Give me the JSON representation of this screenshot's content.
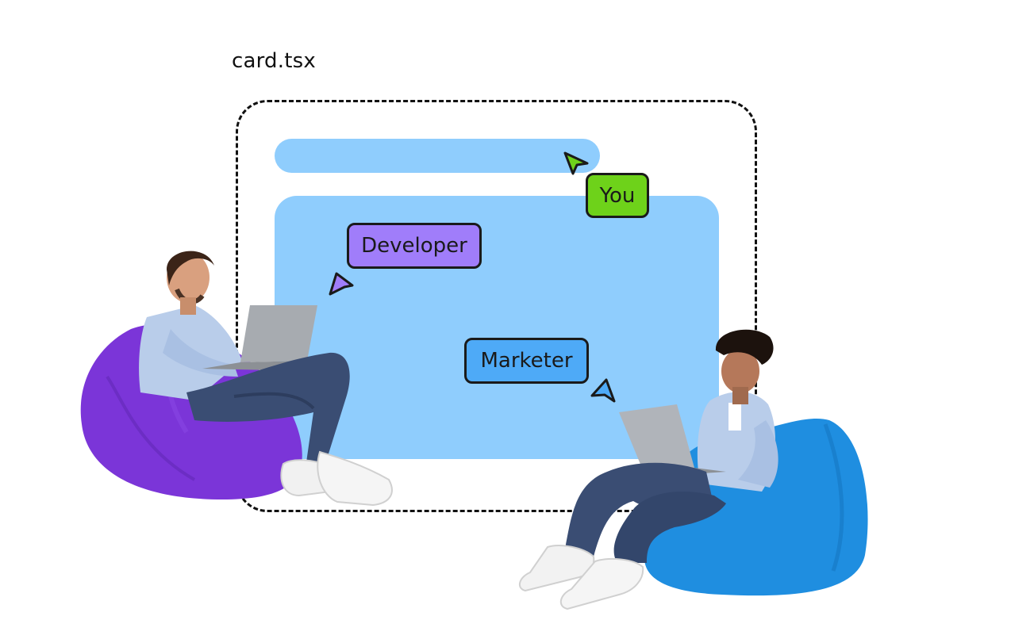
{
  "file": {
    "name": "card.tsx"
  },
  "collaborators": [
    {
      "label": "You",
      "color": "#6ed21a"
    },
    {
      "label": "Developer",
      "color": "#a07dfa"
    },
    {
      "label": "Marketer",
      "color": "#4eaaf7"
    }
  ],
  "canvas": {
    "placeholder_color": "#8fcdfd"
  },
  "people": [
    {
      "beanbag_color": "#7b35d8"
    },
    {
      "beanbag_color": "#1f8ee0"
    }
  ]
}
